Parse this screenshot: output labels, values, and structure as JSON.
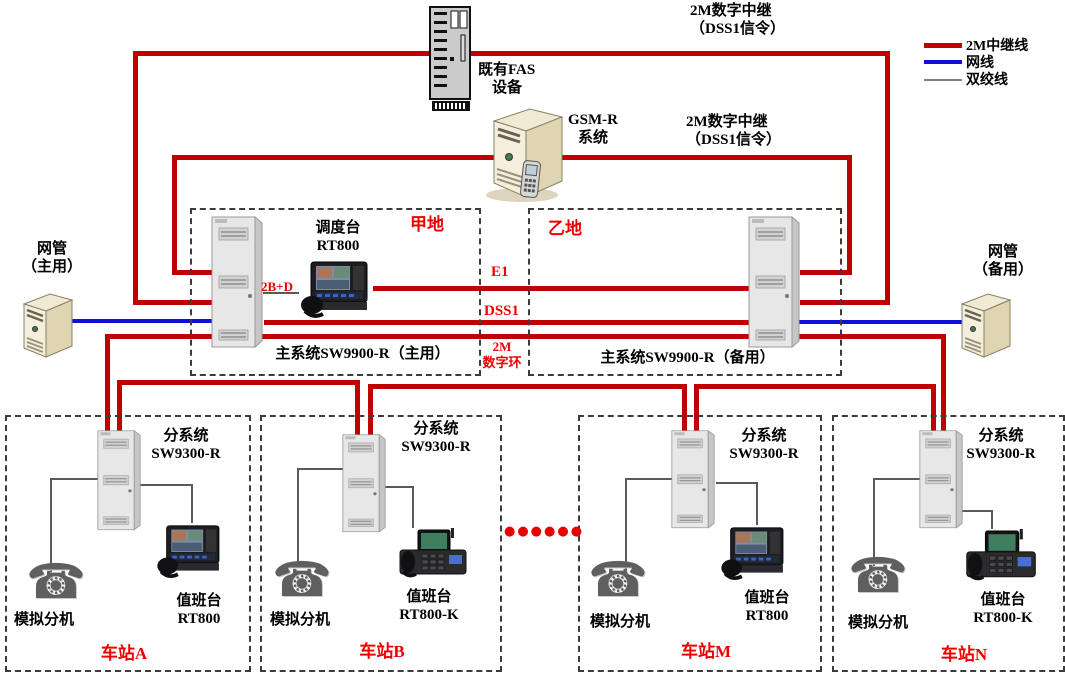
{
  "colors": {
    "trunk_red": "#C00000",
    "lan_blue": "#0F0FD6",
    "wire_gray": "#5a5a5a",
    "label_red": "#EE0000"
  },
  "legend": {
    "items": [
      {
        "label": "2M中继线",
        "color": "#C00000"
      },
      {
        "label": "网线",
        "color": "#0F0FD6"
      },
      {
        "label": "双绞线",
        "color": "#808080"
      }
    ]
  },
  "top": {
    "fas_label_l1": "既有FAS",
    "fas_label_l2": "设备",
    "gsmr_label_l1": "GSM-R",
    "gsmr_label_l2": "系统",
    "trunk_fas_l1": "2M数字中继",
    "trunk_fas_l2": "（DSS1信令）",
    "trunk_gsmr_l1": "2M数字中继",
    "trunk_gsmr_l2": "（DSS1信令）"
  },
  "nm_primary": {
    "l1": "网管",
    "l2": "（主用）"
  },
  "nm_backup": {
    "l1": "网管",
    "l2": "（备用）"
  },
  "site_a": {
    "zone": "甲地",
    "dispatcher_l1": "调度台",
    "dispatcher_l2": "RT800",
    "link": "2B+D",
    "system": "主系统SW9900-R（主用）"
  },
  "site_b": {
    "zone": "乙地",
    "system": "主系统SW9900-R（备用）"
  },
  "links": {
    "e1": "E1",
    "dss1": "DSS1",
    "ring_l1": "2M",
    "ring_l2": "数字环"
  },
  "ellipsis": "●●●●●●",
  "stations": [
    {
      "name": "车站A",
      "sys_l1": "分系统",
      "sys_l2": "SW9300-R",
      "phone": "模拟分机",
      "console_l1": "值班台",
      "console_l2": "RT800"
    },
    {
      "name": "车站B",
      "sys_l1": "分系统",
      "sys_l2": "SW9300-R",
      "phone": "模拟分机",
      "console_l1": "值班台",
      "console_l2": "RT800-K"
    },
    {
      "name": "车站M",
      "sys_l1": "分系统",
      "sys_l2": "SW9300-R",
      "phone": "模拟分机",
      "console_l1": "值班台",
      "console_l2": "RT800"
    },
    {
      "name": "车站N",
      "sys_l1": "分系统",
      "sys_l2": "SW9300-R",
      "phone": "模拟分机",
      "console_l1": "值班台",
      "console_l2": "RT800-K"
    }
  ]
}
